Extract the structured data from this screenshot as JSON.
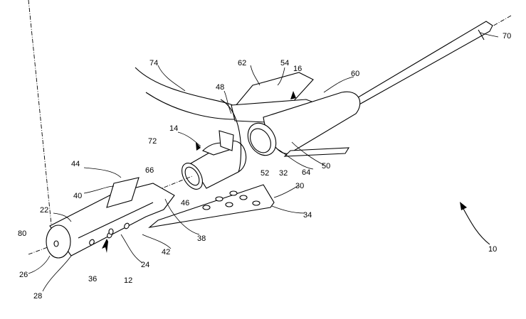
{
  "figure": {
    "labels": {
      "l10": "10",
      "l12": "12",
      "l14": "14",
      "l16": "16",
      "l22": "22",
      "l24": "24",
      "l26": "26",
      "l28": "28",
      "l30": "30",
      "l32": "32",
      "l34": "34",
      "l36": "36",
      "l38": "38",
      "l40": "40",
      "l42": "42",
      "l44": "44",
      "l46": "46",
      "l48": "48",
      "l50": "50",
      "l52": "52",
      "l54": "54",
      "l60": "60",
      "l62": "62",
      "l64": "64",
      "l66": "66",
      "l70": "70",
      "l72": "72",
      "l74": "74",
      "l80": "80"
    }
  }
}
